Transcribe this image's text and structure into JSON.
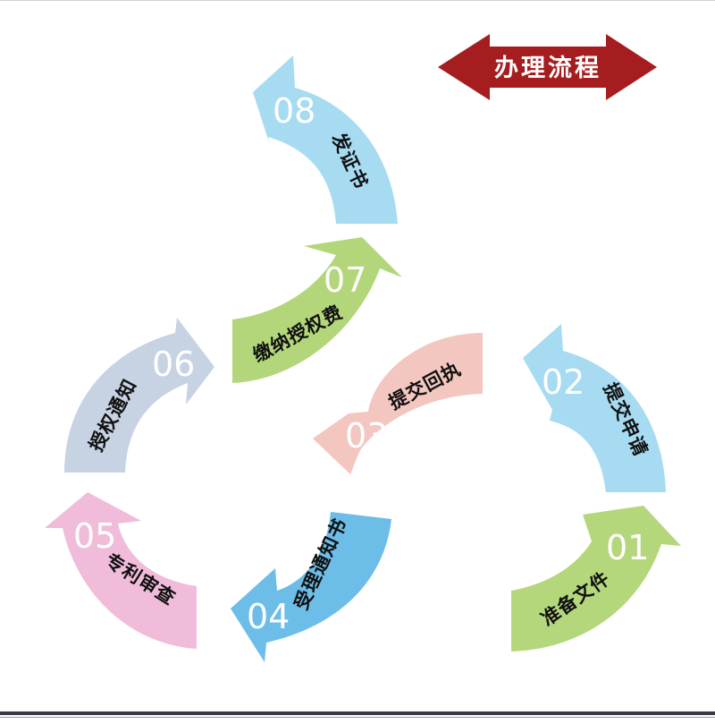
{
  "banner": {
    "title": "办理流程",
    "color": "#a61d1f"
  },
  "steps": [
    {
      "num": "01",
      "label": "准备文件",
      "color": "#b5d77c"
    },
    {
      "num": "02",
      "label": "提交申请",
      "color": "#a6dbf1"
    },
    {
      "num": "03",
      "label": "提交回执",
      "color": "#f3c6bf"
    },
    {
      "num": "04",
      "label": "受理通知书",
      "color": "#6dbde9"
    },
    {
      "num": "05",
      "label": "专利审查",
      "color": "#f0bcd9"
    },
    {
      "num": "06",
      "label": "授权通知",
      "color": "#c7d2e3"
    },
    {
      "num": "07",
      "label": "缴纳授权费",
      "color": "#b3d67a"
    },
    {
      "num": "08",
      "label": "发证书",
      "color": "#a6dbf1"
    }
  ]
}
